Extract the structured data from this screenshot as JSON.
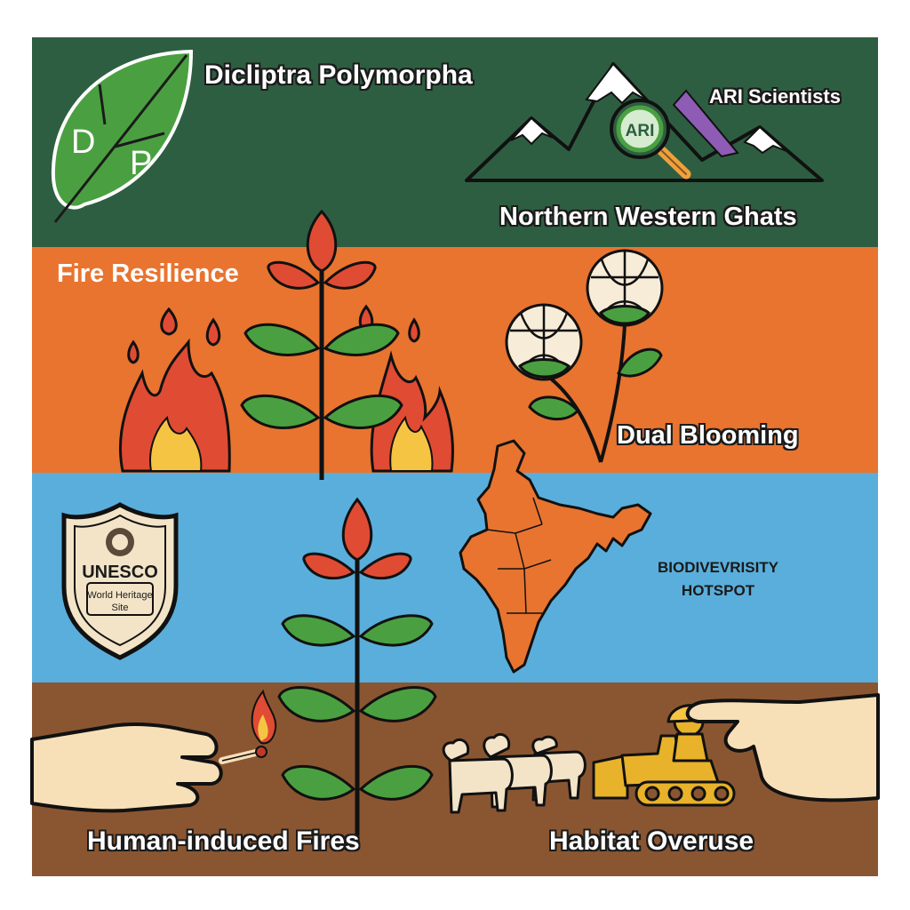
{
  "header": {
    "title": "Dicliptra Polymorpha",
    "leaf_letters": [
      "D",
      "P"
    ],
    "magnifier_label": "ARI",
    "scientists_label": "ARI Scientists",
    "region": "Northern Western Ghats"
  },
  "fire_section": {
    "label": "Fire Resilience",
    "blooming_label": "Dual Blooming"
  },
  "heritage_section": {
    "badge_title": "UNESCO",
    "badge_subtitle_line1": "World Heritage",
    "badge_subtitle_line2": "Site",
    "hotspot_line1": "BIODIVEVRISITY",
    "hotspot_line2": "HOTSPOT"
  },
  "threats_section": {
    "fires_label": "Human-induced Fires",
    "overuse_label": "Habitat Overuse"
  },
  "colors": {
    "green_band": "#2e5e41",
    "orange_band": "#e8742f",
    "blue_band": "#5aaedb",
    "brown_band": "#8a5631",
    "leaf_green": "#4aa040",
    "petal_red": "#e04b33",
    "flame_yellow": "#f6c443"
  },
  "icons": [
    "leaf-icon",
    "mountains-icon",
    "magnifier-icon",
    "flame-icon",
    "plant-icon",
    "flower-icon",
    "shield-badge-icon",
    "india-map-icon",
    "hand-icon",
    "match-icon",
    "cattle-icon",
    "bulldozer-icon"
  ]
}
